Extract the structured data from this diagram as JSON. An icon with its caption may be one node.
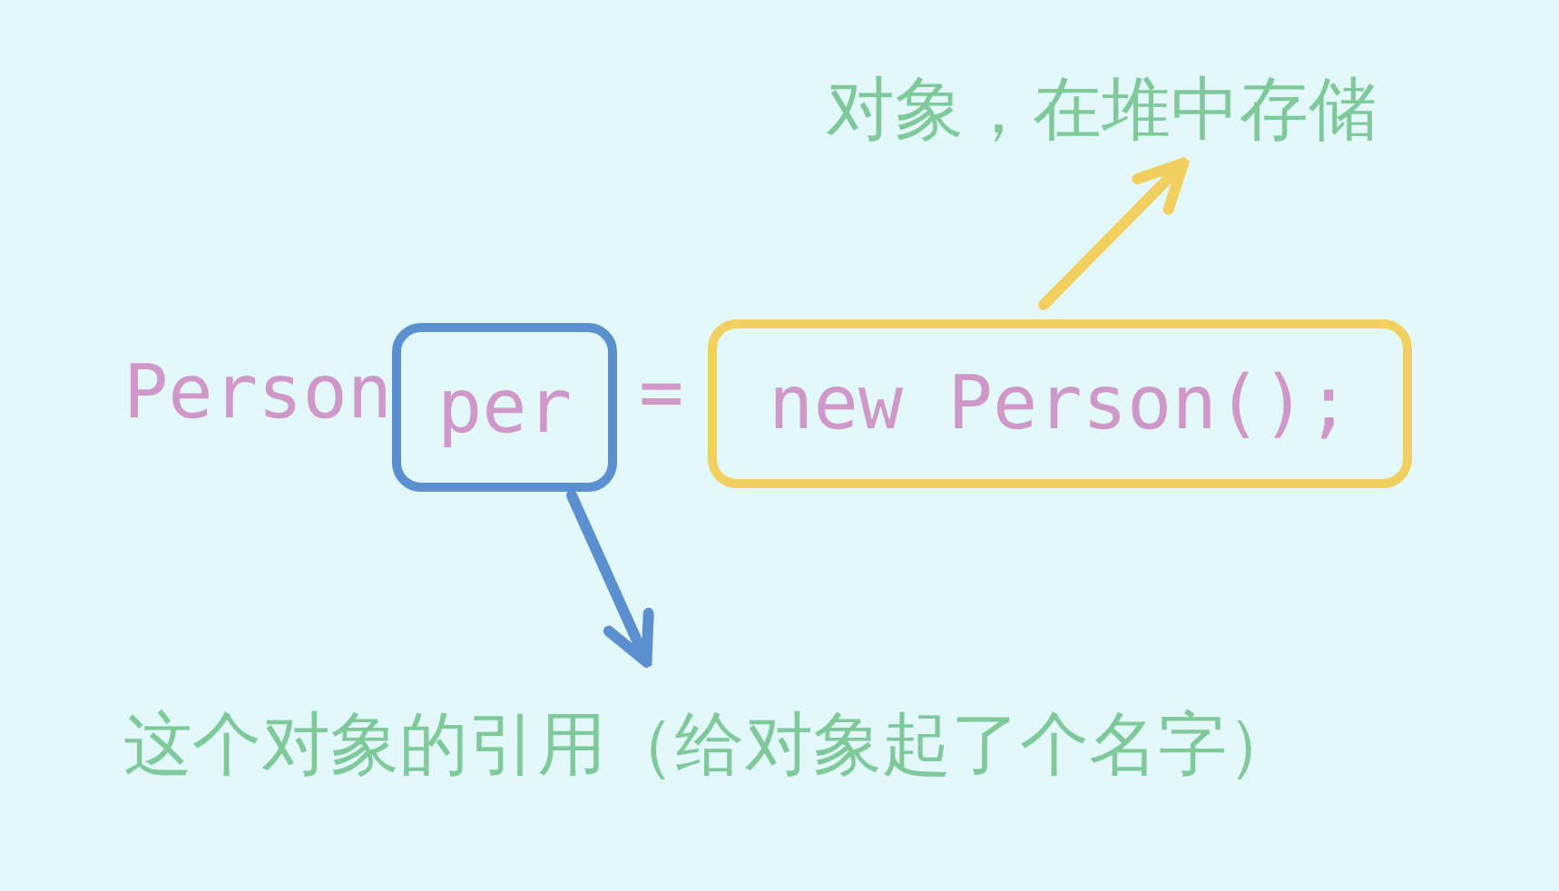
{
  "diagram": {
    "nodes": [
      {
        "text": [
          "per"
        ]
      },
      {
        "text": [
          "new Person();"
        ]
      },
      {
        "text": [
          "对象，在堆中存储"
        ]
      },
      {
        "text": [
          "这个对象的引用（给对象起了个名字）"
        ]
      }
    ],
    "edges": [
      {
        "from": 1,
        "to": 2,
        "arrow": "to",
        "color": "#f2d060"
      },
      {
        "from": 0,
        "to": 3,
        "arrow": "to",
        "color": "#5b8fcf"
      }
    ],
    "labels": [
      "Person",
      "="
    ]
  }
}
